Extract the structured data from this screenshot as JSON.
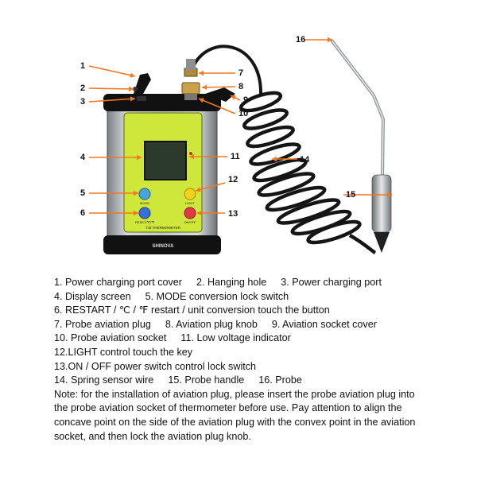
{
  "device": {
    "brand": "SHINOVA",
    "model_label": "T1ll THERMOMETER",
    "button_labels": {
      "mode": "MODE",
      "light": "LIGHT",
      "restart": "RESET/℃/℉",
      "onoff": "ON/OFF"
    }
  },
  "callouts": [
    "1",
    "2",
    "3",
    "4",
    "5",
    "6",
    "7",
    "8",
    "9",
    "10",
    "11",
    "12",
    "13",
    "14",
    "15",
    "16"
  ],
  "legend": {
    "rows": [
      [
        "1.  Power charging port cover",
        "2. Hanging hole",
        "3. Power charging port"
      ],
      [
        "4. Display screen",
        "5. MODE conversion lock switch"
      ],
      [
        "6.  RESTART / ℃ / ℉ restart / unit conversion touch the button"
      ],
      [
        "7.  Probe aviation plug",
        "8. Aviation plug knob",
        "9. Aviation socket cover"
      ],
      [
        "10.  Probe aviation socket",
        "11. Low voltage indicator"
      ],
      [
        "12.LIGHT control touch the key"
      ],
      [
        "13.ON / OFF power switch control lock switch"
      ],
      [
        "14.  Spring sensor wire",
        "15. Probe handle",
        "16. Probe"
      ]
    ],
    "note": "Note: for the installation of aviation plug, please insert the probe aviation plug into the probe aviation socket of thermometer before use. Pay attention to align the concave point on the side of the aviation plug with the convex point in the aviation socket, and then lock the aviation plug knob."
  },
  "colors": {
    "callout_arrow": "#f07820",
    "panel_green": "#cfe63a",
    "casing": "#b8bcbe",
    "display": "#2b3a2a",
    "mode_button": "#4aa3df",
    "light_button": "#f3d21b",
    "restart_button": "#3a6fd6",
    "onoff_button": "#e23a44"
  }
}
